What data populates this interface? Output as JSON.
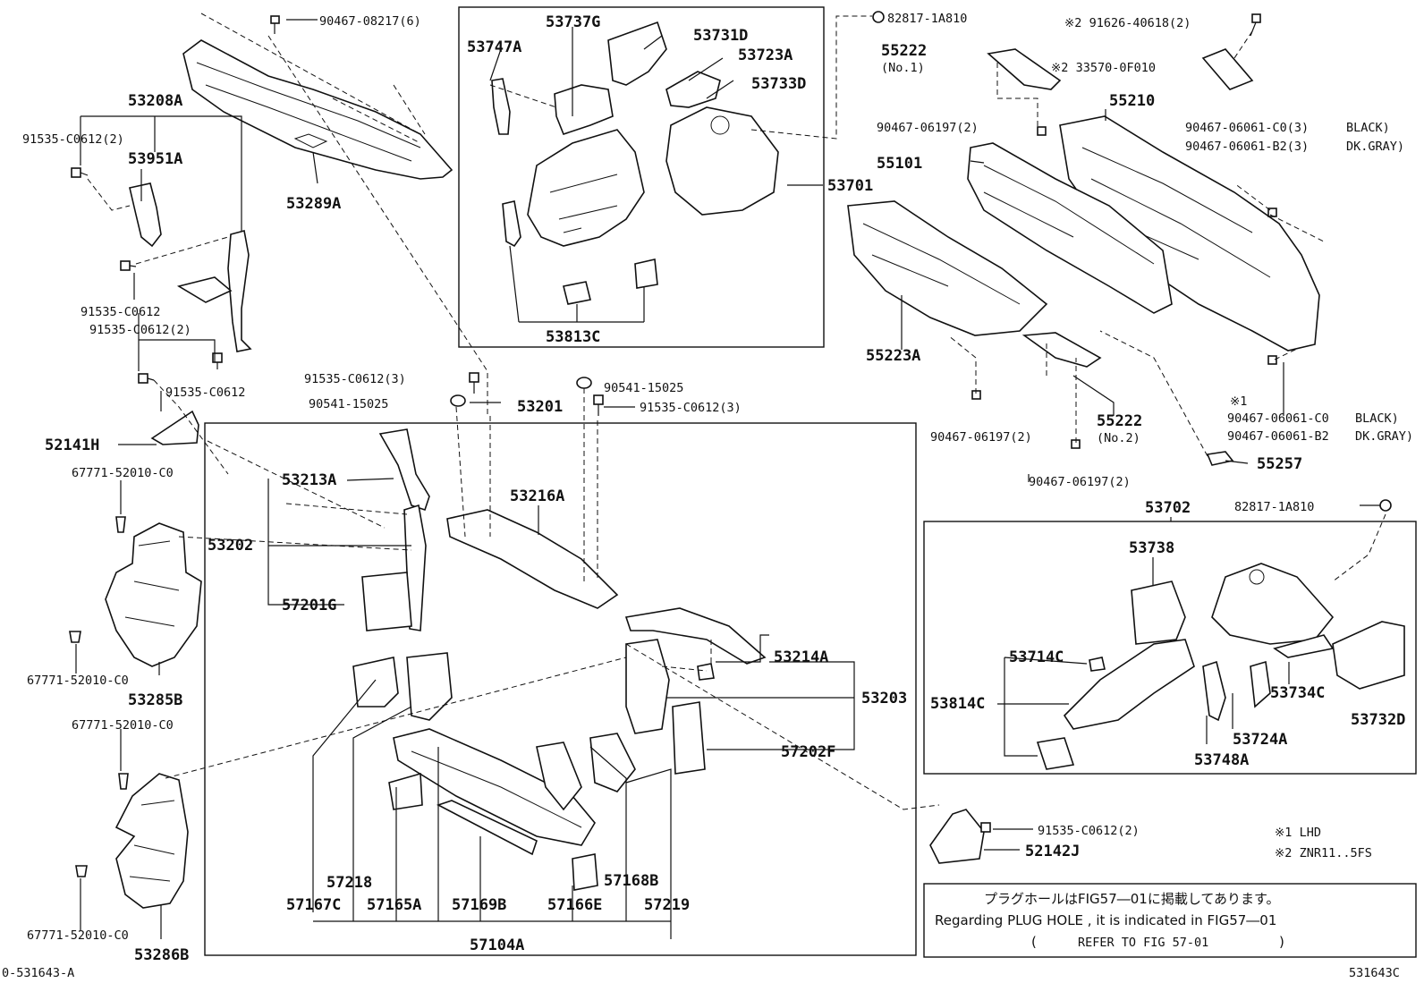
{
  "labels": {
    "p53208A": "53208A",
    "p53289A": "53289A",
    "p53951A": "53951A",
    "b91535C0612_2a": "91535-C0612(2)",
    "b91535C0612a": "91535-C0612",
    "b91535C0612_2b": "91535-C0612(2)",
    "b91535C0612b": "91535-C0612",
    "p52141H": "52141H",
    "c67771_1": "67771-52010-C0",
    "c67771_2": "67771-52010-C0",
    "c67771_3": "67771-52010-C0",
    "c67771_4": "67771-52010-C0",
    "p53285B": "53285B",
    "p53286B": "53286B",
    "b90467_08217": "90467-08217(6)",
    "p53737G": "53737G",
    "p53747A": "53747A",
    "p53731D": "53731D",
    "p53723A": "53723A",
    "p53733D": "53733D",
    "p53813C": "53813C",
    "p53701": "53701",
    "n82817_1": "82817-1A810",
    "p55222_1": "55222",
    "p55222_1s": "(No.1)",
    "b91626": "※2 91626-40618(2)",
    "b33570": "※2 33570-0F010",
    "b90467_06197a": "90467-06197(2)",
    "p55210": "55210",
    "b90467_06061_C0a": "90467-06061-C0(3)",
    "c_black_a": "BLACK)",
    "b90467_06061_B2a": "90467-06061-B2(3)",
    "c_dkgray_a": "DK.GRAY)",
    "p55101": "55101",
    "p55223A": "55223A",
    "p55222_2": "55222",
    "p55222_2s": "(No.2)",
    "b90467_06197b": "90467-06197(2)",
    "b90467_06197c": "90467-06197(2)",
    "m1": "※1",
    "b90467_06061_C0b": "90467-06061-C0",
    "c_black_b": "BLACK)",
    "b90467_06061_B2b": "90467-06061-B2",
    "c_dkgray_b": "DK.GRAY)",
    "p55257": "55257",
    "b91535C0612_3a": "91535-C0612(3)",
    "b90541a": "90541-15025",
    "p53201": "53201",
    "b90541b": "90541-15025",
    "b91535C0612_3b": "91535-C0612(3)",
    "p53213A": "53213A",
    "p53216A": "53216A",
    "p53202": "53202",
    "p57201G": "57201G",
    "p53214A": "53214A",
    "p53203": "53203",
    "p57202F": "57202F",
    "p57218": "57218",
    "p57167C": "57167C",
    "p57165A": "57165A",
    "p57169B": "57169B",
    "p57166E": "57166E",
    "p57168B": "57168B",
    "p57219": "57219",
    "p57104A": "57104A",
    "p53702": "53702",
    "n82817_2": "82817-1A810",
    "p53738": "53738",
    "p53714C": "53714C",
    "p53814C": "53814C",
    "p53734C": "53734C",
    "p53732D": "53732D",
    "p53724A": "53724A",
    "p53748A": "53748A",
    "b91535C0612_2c": "91535-C0612(2)",
    "p52142J": "52142J",
    "lg1": "※1 LHD",
    "lg2": "※2 ZNR11..5FS",
    "note_jp": "プラグホールはFIG57―01に掲載してあります。",
    "note_en": "Regarding PLUG HOLE , it is indicated in FIG57―01",
    "note_ref_open": "(",
    "note_ref": "REFER TO FIG 57-01",
    "note_ref_close": ")",
    "corner_left": "0-531643-A",
    "corner_right": "531643C"
  }
}
